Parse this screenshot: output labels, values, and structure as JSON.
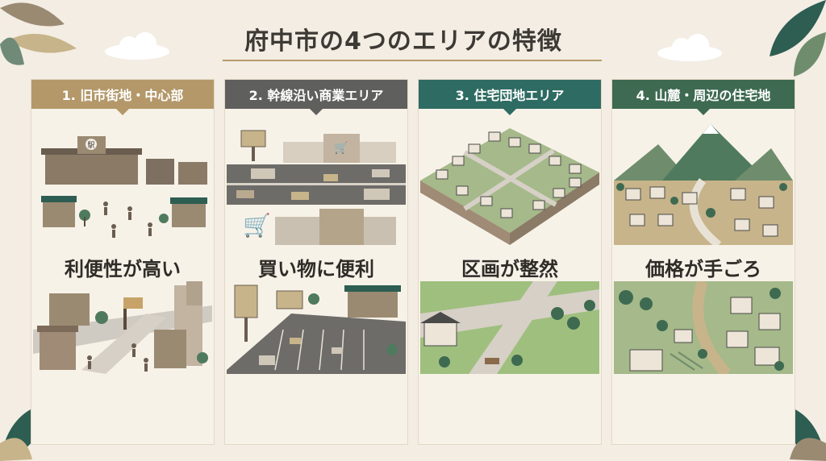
{
  "title": "府中市の4つのエリアの特徴",
  "colors": {
    "brown": "#b4986a",
    "dark": "#5f5f5d",
    "teal": "#2e6b62",
    "forest": "#3e6a51",
    "bg": "#f3ede3"
  },
  "areas": [
    {
      "label": "1. 旧市街地・中心部",
      "feature": "利便性が高い",
      "color": "#b4986a"
    },
    {
      "label": "2. 幹線沿い商業エリア",
      "feature": "買い物に便利",
      "color": "#5f5f5d"
    },
    {
      "label": "3. 住宅団地エリア",
      "feature": "区画が整然",
      "color": "#2e6b62"
    },
    {
      "label": "4. 山麓・周辺の住宅地",
      "feature": "価格が手ごろ",
      "color": "#3e6a51"
    }
  ],
  "station_sign": "駅"
}
